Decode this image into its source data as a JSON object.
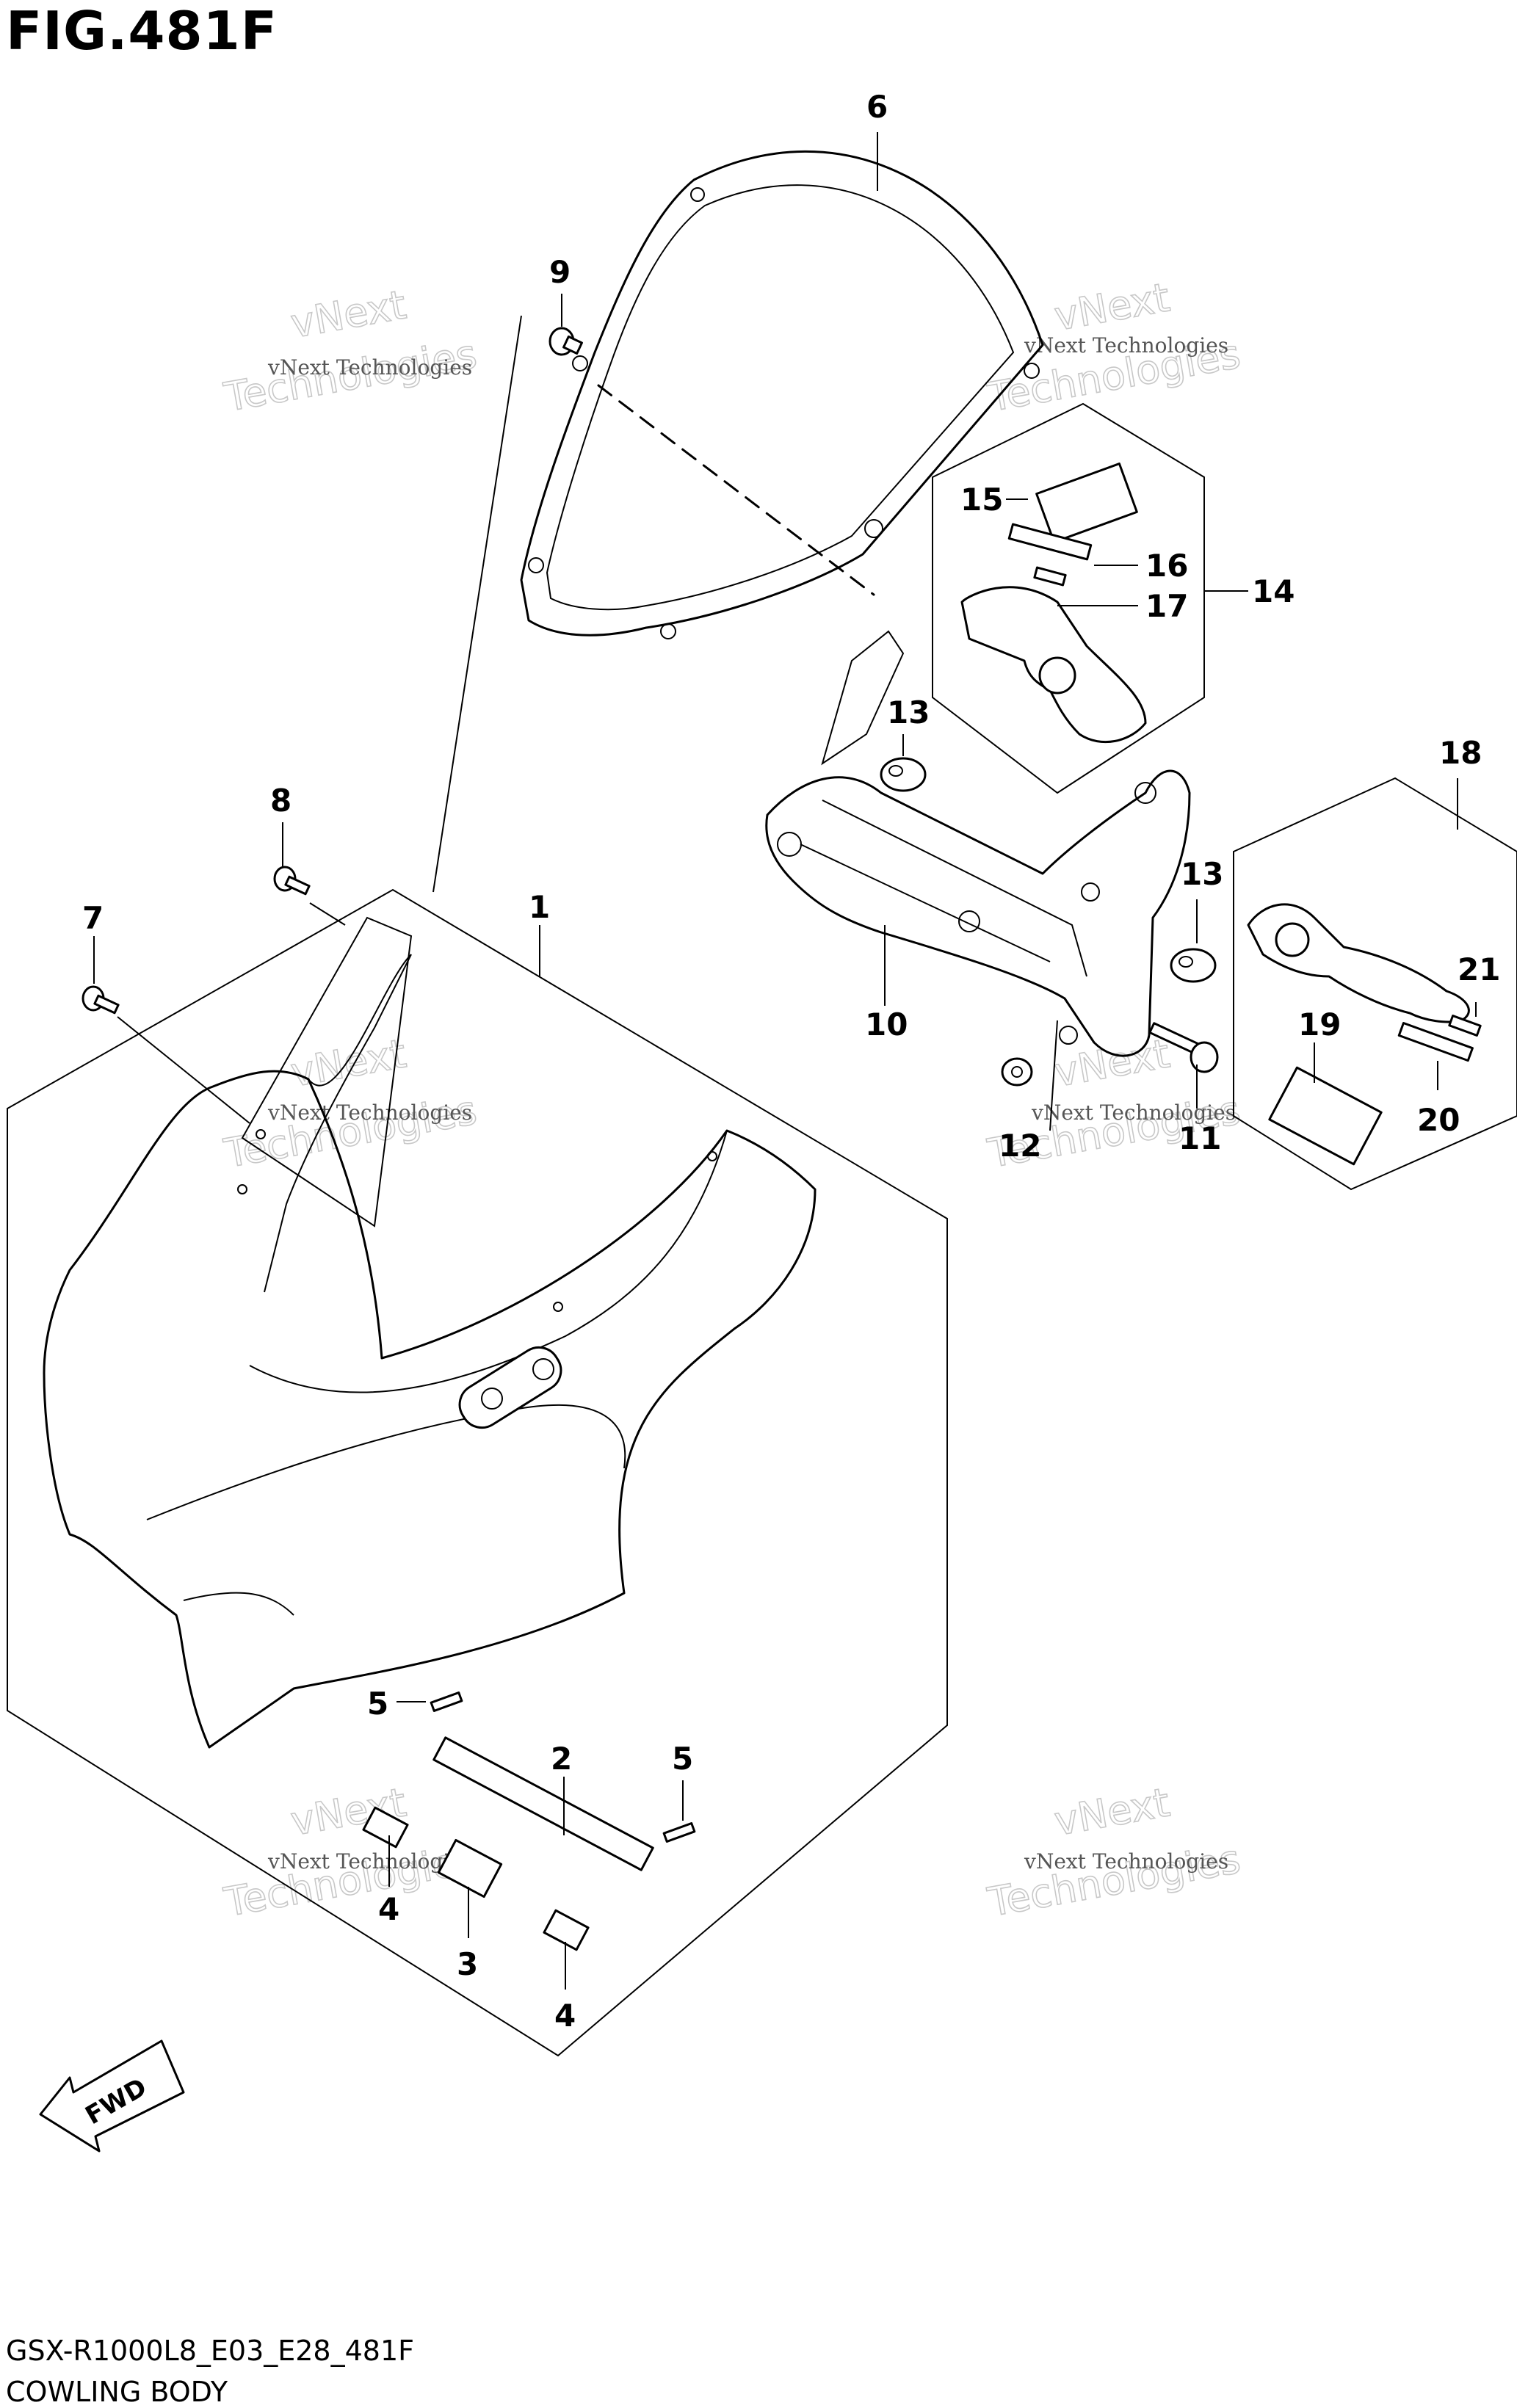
{
  "figure": {
    "title": "FIG.481F",
    "diagram_code": "GSX-R1000L8_E03_E28_481F",
    "subtitle": "COWLING BODY",
    "fwd_label": "FWD"
  },
  "watermark": {
    "line1": "vNext Technologies",
    "line2": "vNext",
    "line3": "Technologies"
  },
  "callouts": {
    "c1": "1",
    "c2": "2",
    "c3": "3",
    "c4a": "4",
    "c4b": "4",
    "c5a": "5",
    "c5b": "5",
    "c6": "6",
    "c7": "7",
    "c8": "8",
    "c9": "9",
    "c10": "10",
    "c11": "11",
    "c12": "12",
    "c13a": "13",
    "c13b": "13",
    "c14": "14",
    "c15": "15",
    "c16": "16",
    "c17": "17",
    "c18": "18",
    "c19": "19",
    "c20": "20",
    "c21": "21"
  }
}
